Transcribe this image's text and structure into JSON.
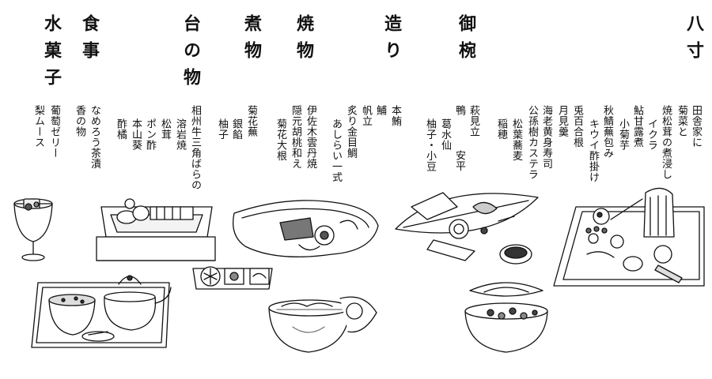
{
  "menu": {
    "courses": [
      {
        "name": "八寸",
        "items": [
          "田舎家に",
          "菊菜と",
          "焼松茸の煮浸し",
          "イクラ",
          "鮎甘露煮",
          "小菊芋",
          "秋鯖蕪包み",
          "キウイ酢掛け",
          "兎百合根",
          "月見羹",
          "海老黄身寿司",
          "公孫樹カステラ",
          "松葉蕎麦",
          "稲穂"
        ]
      },
      {
        "name": "御椀",
        "items": [
          "萩見立",
          "鴨",
          "葛水仙",
          "安平",
          "柚子・小豆"
        ]
      },
      {
        "name": "造り",
        "items": [
          "本鮪",
          "鯆",
          "帆立",
          "炙り金目鯛",
          "あしらい一式"
        ]
      },
      {
        "name": "焼物",
        "items": [
          "伊佐木雲丹焼",
          "隠元胡桃和え",
          "菊花大根"
        ]
      },
      {
        "name": "煮物",
        "items": [
          "菊花蕪",
          "銀餡",
          "柚子"
        ]
      },
      {
        "name": "台の物",
        "items": [
          "相州牛三角ばらの",
          "溶岩焼",
          "松茸",
          "ポン酢",
          "本山葵",
          "酢橘"
        ]
      },
      {
        "name": "食事",
        "items": [
          "なめろう茶漬",
          "香の物"
        ]
      },
      {
        "name": "水菓子",
        "items": [
          "葡萄ゼリー",
          "梨ムース"
        ]
      }
    ]
  }
}
